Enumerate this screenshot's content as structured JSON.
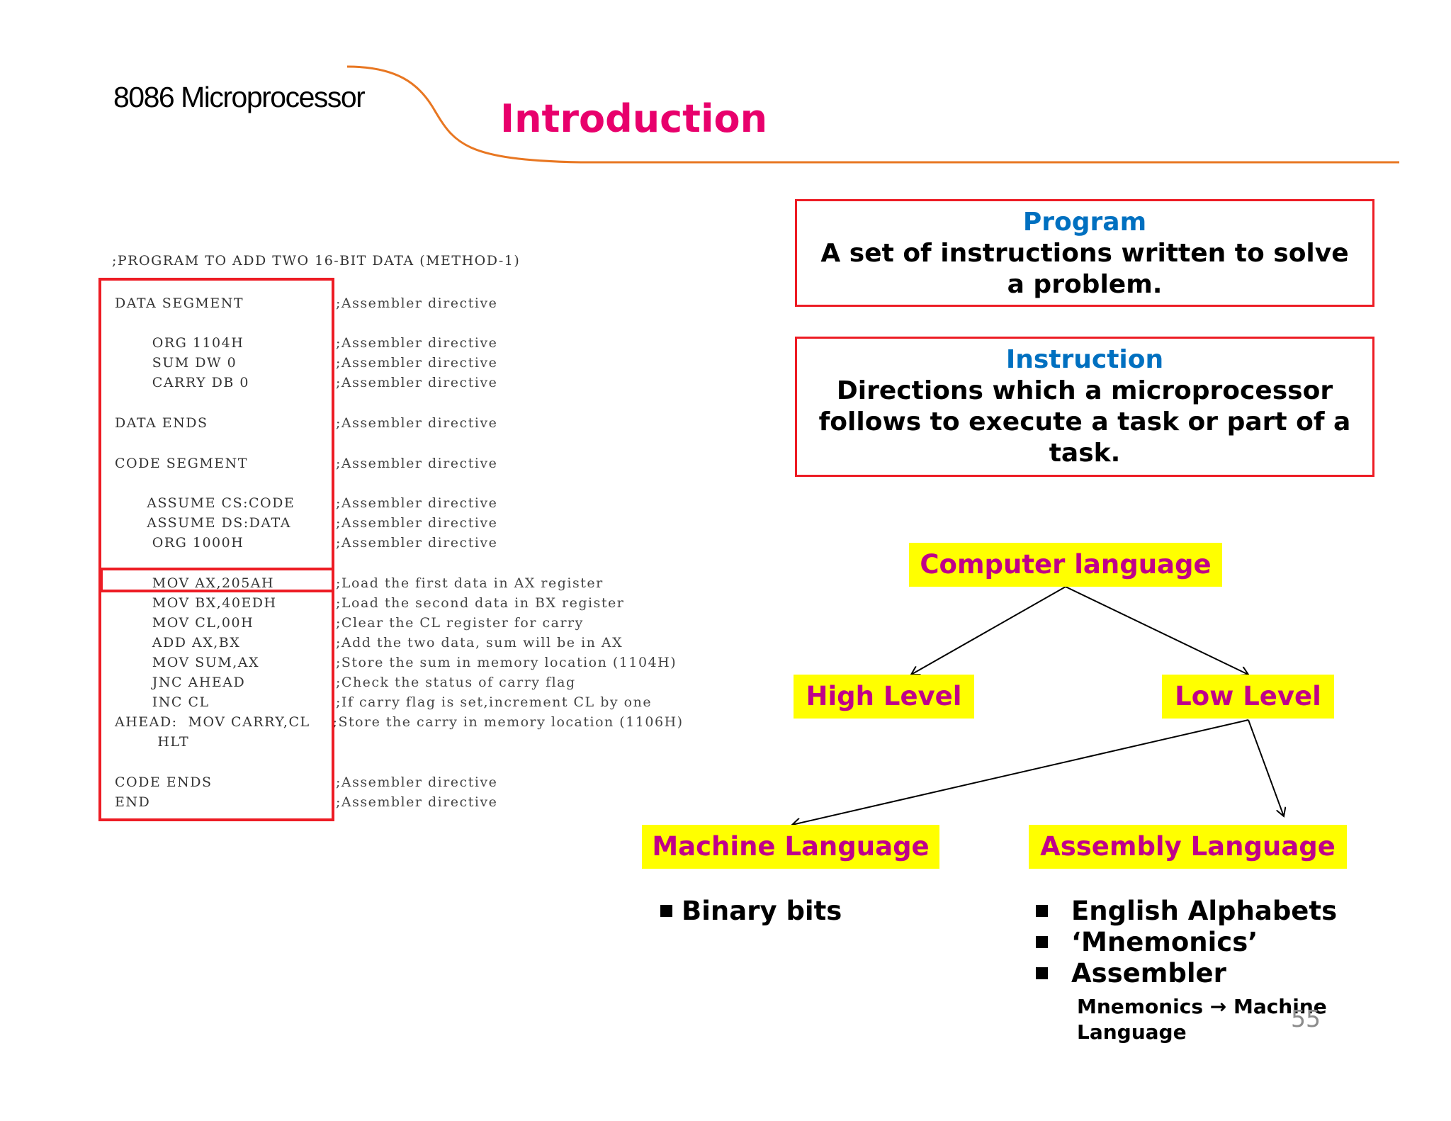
{
  "header": {
    "course_title": "8086 Microprocessor",
    "slide_title": "Introduction",
    "accent_color": "#e87722",
    "title_color": "#e8006c"
  },
  "code_listing": {
    "title": ";PROGRAM TO ADD TWO 16-BIT DATA (METHOD-1)",
    "lines": [
      {
        "code": "DATA SEGMENT",
        "comment": ";Assembler directive"
      },
      {
        "code": "       ORG 1104H",
        "comment": ";Assembler directive"
      },
      {
        "code": "       SUM DW 0",
        "comment": ";Assembler directive"
      },
      {
        "code": "       CARRY DB 0",
        "comment": ";Assembler directive"
      },
      {
        "code": "DATA ENDS",
        "comment": ";Assembler directive"
      },
      {
        "code": "CODE SEGMENT",
        "comment": ";Assembler directive"
      },
      {
        "code": "      ASSUME CS:CODE",
        "comment": ";Assembler directive"
      },
      {
        "code": "      ASSUME DS:DATA",
        "comment": ";Assembler directive"
      },
      {
        "code": "       ORG 1000H",
        "comment": ";Assembler directive"
      },
      {
        "code": "       MOV AX,205AH",
        "comment": ";Load the first data in AX register"
      },
      {
        "code": "       MOV BX,40EDH",
        "comment": ";Load the second data in BX register"
      },
      {
        "code": "       MOV CL,00H",
        "comment": ";Clear the CL register for carry"
      },
      {
        "code": "       ADD AX,BX",
        "comment": ";Add the two data, sum will be in AX"
      },
      {
        "code": "       MOV SUM,AX",
        "comment": ";Store the sum in memory location (1104H)"
      },
      {
        "code": "       JNC AHEAD",
        "comment": ";Check the status of carry flag"
      },
      {
        "code": "       INC CL",
        "comment": ";If carry flag is set,increment CL by one"
      },
      {
        "code": "AHEAD:  MOV CARRY,CL",
        "comment": " ;Store the carry in memory location (1106H)"
      },
      {
        "code": "        HLT",
        "comment": ""
      },
      {
        "code": "CODE ENDS",
        "comment": ";Assembler directive"
      },
      {
        "code": "END",
        "comment": ";Assembler directive"
      }
    ]
  },
  "definitions": {
    "program": {
      "title": "Program",
      "text": "A set of instructions written to solve a problem."
    },
    "instruction": {
      "title": "Instruction",
      "text": "Directions which a microprocessor follows to execute a task or part of a task."
    }
  },
  "tree": {
    "root": "Computer language",
    "high": "High Level",
    "low": "Low Level",
    "machine": "Machine Language",
    "assembly": "Assembly Language",
    "highlight_color": "#ffff00",
    "label_color": "#c0008a"
  },
  "machine_points": [
    "Binary bits"
  ],
  "assembly_points": [
    "English Alphabets",
    "‘Mnemonics’",
    "Assembler"
  ],
  "assembler_note": "Mnemonics → Machine Language",
  "page_number": "55"
}
